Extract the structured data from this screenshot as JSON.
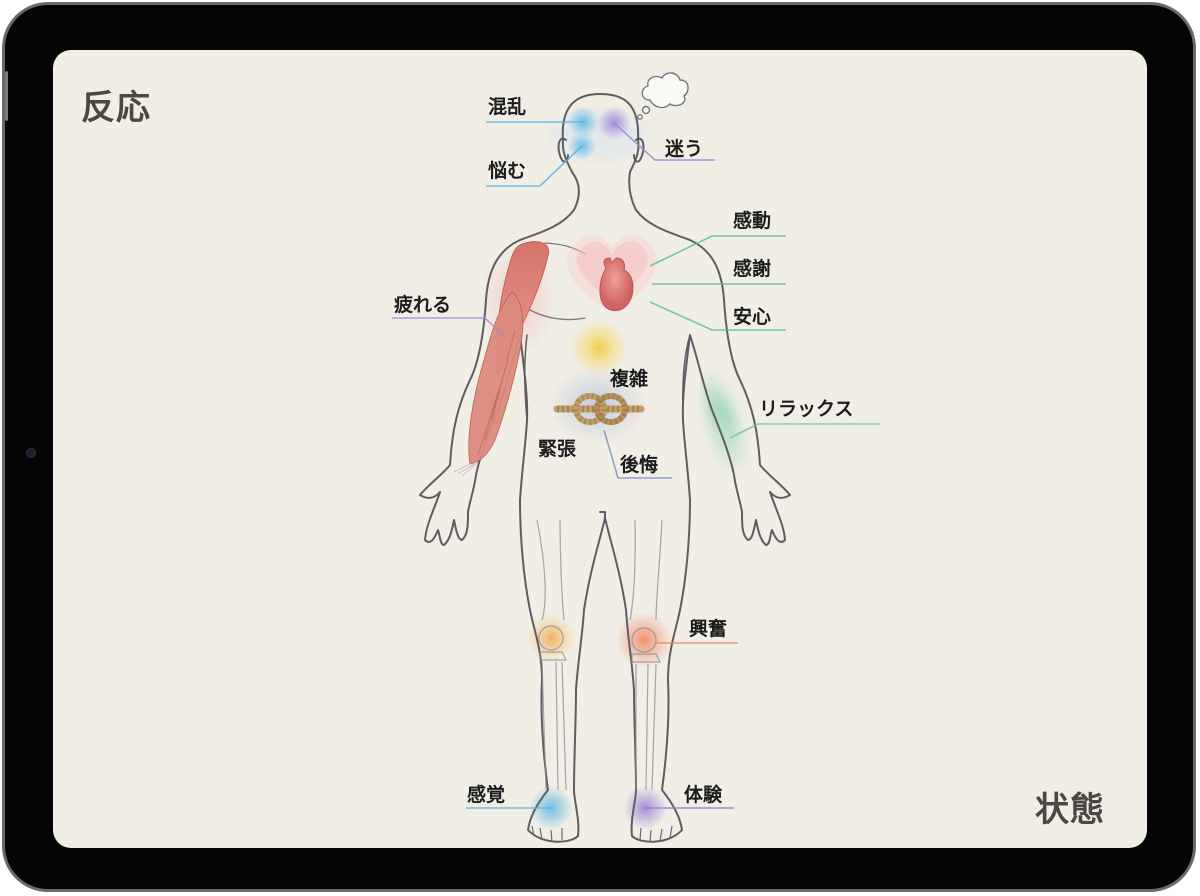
{
  "corners": {
    "top_left": "反応",
    "bottom_right": "状態"
  },
  "labels": [
    {
      "id": "konran",
      "text": "混乱",
      "region": "head-left",
      "color": "#5ab4e0"
    },
    {
      "id": "nayamu",
      "text": "悩む",
      "region": "temple-left",
      "color": "#5ab4e0"
    },
    {
      "id": "mayou",
      "text": "迷う",
      "region": "head-right",
      "color": "#9a86d0"
    },
    {
      "id": "kandou",
      "text": "感動",
      "region": "heart",
      "color": "#5cbf9a"
    },
    {
      "id": "kansha",
      "text": "感謝",
      "region": "heart",
      "color": "#5cbf9a"
    },
    {
      "id": "anshin",
      "text": "安心",
      "region": "heart",
      "color": "#5cbf9a"
    },
    {
      "id": "tsukareru",
      "text": "疲れる",
      "region": "upper-arm",
      "color": "#a58ad6"
    },
    {
      "id": "fukuzatsu",
      "text": "複雑",
      "region": "solar-plexus",
      "color": "#f0cc50"
    },
    {
      "id": "kinchou",
      "text": "緊張",
      "region": "stomach-knot",
      "color": "#8aa0c8"
    },
    {
      "id": "koukai",
      "text": "後悔",
      "region": "stomach-knot",
      "color": "#7f95bd"
    },
    {
      "id": "relax",
      "text": "リラックス",
      "region": "forearm",
      "color": "#6cc99c"
    },
    {
      "id": "koufun",
      "text": "興奮",
      "region": "right-knee",
      "color": "#f08a60"
    },
    {
      "id": "kankaku",
      "text": "感覚",
      "region": "left-ankle",
      "color": "#5ab4e0"
    },
    {
      "id": "taiken",
      "text": "体験",
      "region": "right-ankle",
      "color": "#a070d8"
    }
  ],
  "colors": {
    "screen_bg": "#f1eee5",
    "outline": "#5a5a5e",
    "muscle": "#d9786a",
    "heart": "#d86a68",
    "rope": "#b8905a"
  }
}
